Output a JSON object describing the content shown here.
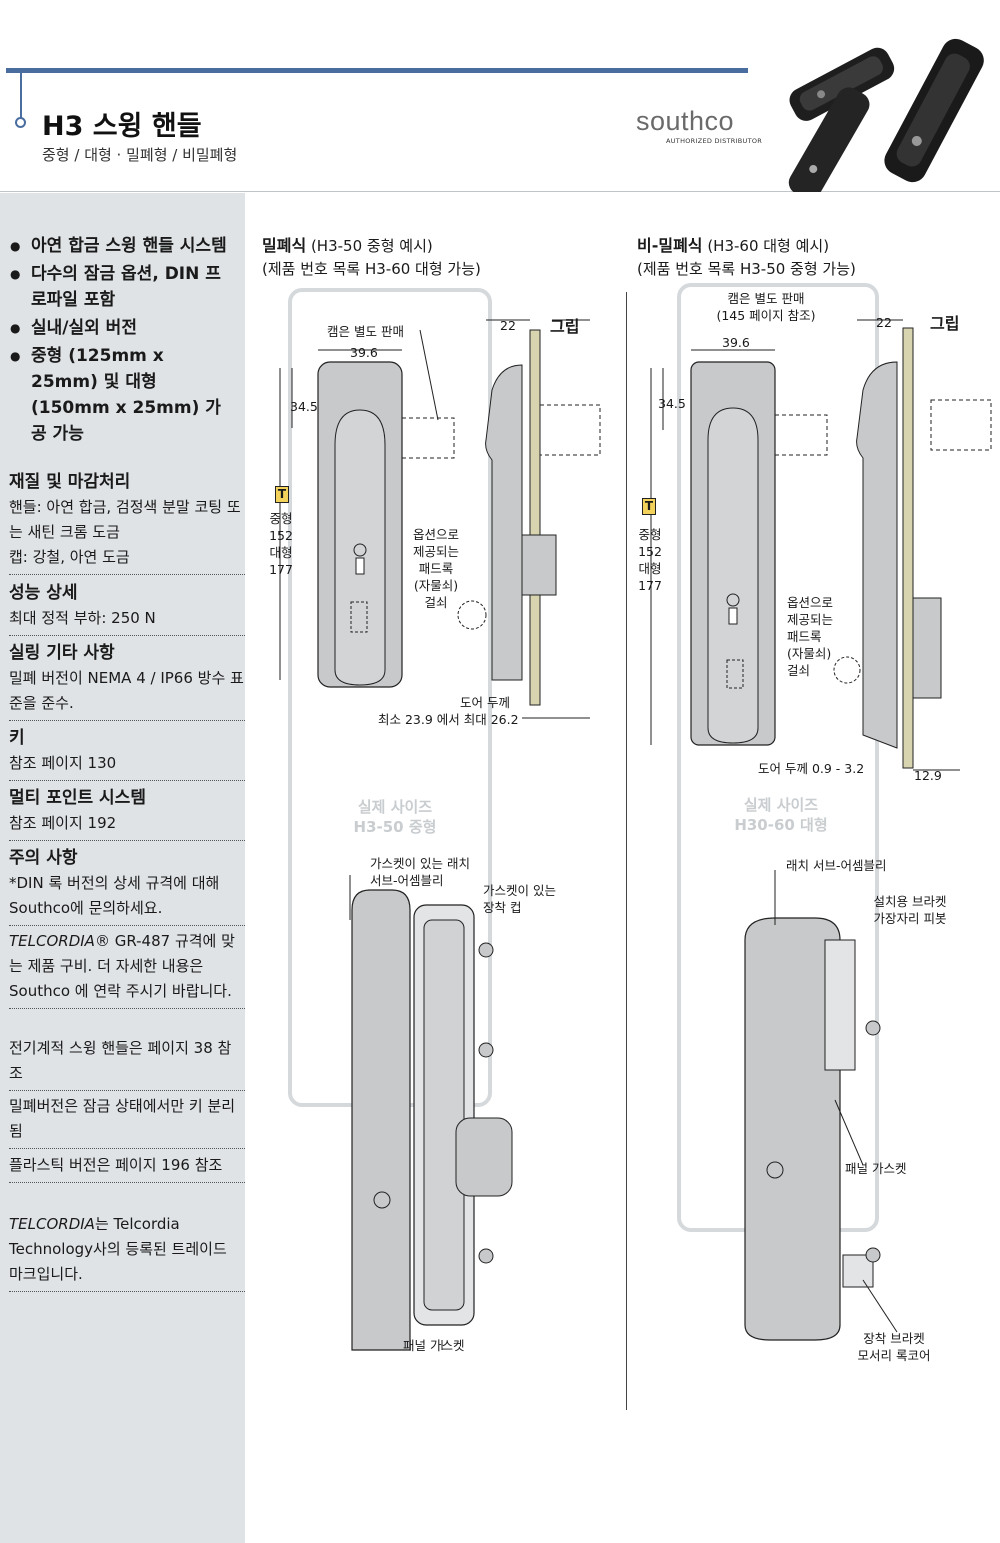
{
  "header": {
    "title": "H3 스윙 핸들",
    "subtitle": "중형 / 대형 · 밀폐형 / 비밀폐형",
    "logo": "southco",
    "logo_sub": "AUTHORIZED DISTRIBUTOR"
  },
  "sidebar": {
    "bullets": [
      "아연 합금 스윙 핸들 시스템",
      "다수의 잠금 옵션, DIN 프로파일 포함",
      "실내/실외 버전",
      "중형 (125mm x 25mm) 및 대형 (150mm x 25mm) 가공 가능"
    ],
    "sections": [
      {
        "heading": "재질 및 마감처리",
        "lines": [
          "핸들: 아연 합금, 검정색 분말 코팅 또는 새틴 크롬 도금",
          "캡: 강철, 아연 도금"
        ]
      },
      {
        "heading": "성능 상세",
        "lines": [
          "최대 정적 부하: 250 N"
        ]
      },
      {
        "heading": "실링 기타 사항",
        "lines": [
          "밀폐 버전이 NEMA 4 / IP66 방수 표준을 준수."
        ]
      },
      {
        "heading": "키",
        "lines": [
          "참조 페이지 130"
        ]
      },
      {
        "heading": "멀티 포인트 시스템",
        "lines": [
          "참조 페이지 192"
        ]
      },
      {
        "heading": "주의 사항",
        "lines": [
          "*DIN 록 버전의 상세 규격에 대해 Southco에 문의하세요."
        ]
      }
    ],
    "notes": [
      {
        "italic": "TELCORDIA",
        "reg": "®",
        "text": " GR-487 규격에 맞는 제품 구비. 더 자세한 내용은 Southco 에 연락 주시기 바랍니다."
      },
      {
        "text": "전기계적 스윙 핸들은 페이지 38 참조"
      },
      {
        "text": "밀폐버전은 잠금 상태에서만 키 분리됨"
      },
      {
        "text": "플라스틱 버전은 페이지 196 참조"
      },
      {
        "italic": "TELCORDIA",
        "text": "는 Telcordia Technology사의 등록된 트레이드 마크입니다."
      }
    ]
  },
  "left_panel": {
    "title": "밀폐식",
    "title_note": "(H3-50 중형 예시)",
    "subtitle": "(제품 번호 목록 H3-60 대형 가능)",
    "cam_note": "캠은 별도 판매",
    "dim_width": "39.6",
    "dim_height": "34.5",
    "dim_22": "22",
    "grip": "그립",
    "t_label": "T",
    "t_sizes": [
      "중형",
      "152",
      "대형",
      "177"
    ],
    "padlock_note": [
      "옵션으로",
      "제공되는",
      "패드록",
      "(자물쇠)",
      "걸쇠"
    ],
    "door_thickness": "도어 두께",
    "door_range": "최소 23.9 에서 최대 26.2",
    "ghost": [
      "실제 사이즈",
      "H3-50 중형"
    ],
    "assembly_label": [
      "가스켓이 있는 래치",
      "서브-어셈블리"
    ],
    "cup_label": [
      "가스켓이 있는",
      "장착 컵"
    ],
    "panel_gasket": "패널 가스켓"
  },
  "right_panel": {
    "title": "비-밀폐식",
    "title_note": "(H3-60 대형 예시)",
    "subtitle": "(제품 번호 목록 H3-50 중형 가능)",
    "cam_note": [
      "캠은 별도 판매",
      "(145 페이지 참조)"
    ],
    "dim_width": "39.6",
    "dim_height": "34.5",
    "dim_22": "22",
    "grip": "그립",
    "t_label": "T",
    "t_sizes": [
      "중형",
      "152",
      "대형",
      "177"
    ],
    "padlock_note": [
      "옵션으로",
      "제공되는",
      "패드록",
      "(자물쇠)",
      "걸쇠"
    ],
    "door_thickness": "도어 두께  0.9 - 3.2",
    "dim_129": "12.9",
    "ghost": [
      "실제 사이즈",
      "H30-60 대형"
    ],
    "assembly_label": "래치 서브-어셈블리",
    "bracket_label": [
      "설치용 브라켓",
      "가장자리 피봇"
    ],
    "panel_gasket": "패널 가스켓",
    "corner_label": [
      "장착 브라켓",
      "모서리 록코어"
    ]
  },
  "colors": {
    "accent": "#4a6da0",
    "sidebar_bg": "#dfe3e6",
    "t_box": "#f2d25a",
    "part_fill": "#c7c9cb"
  }
}
